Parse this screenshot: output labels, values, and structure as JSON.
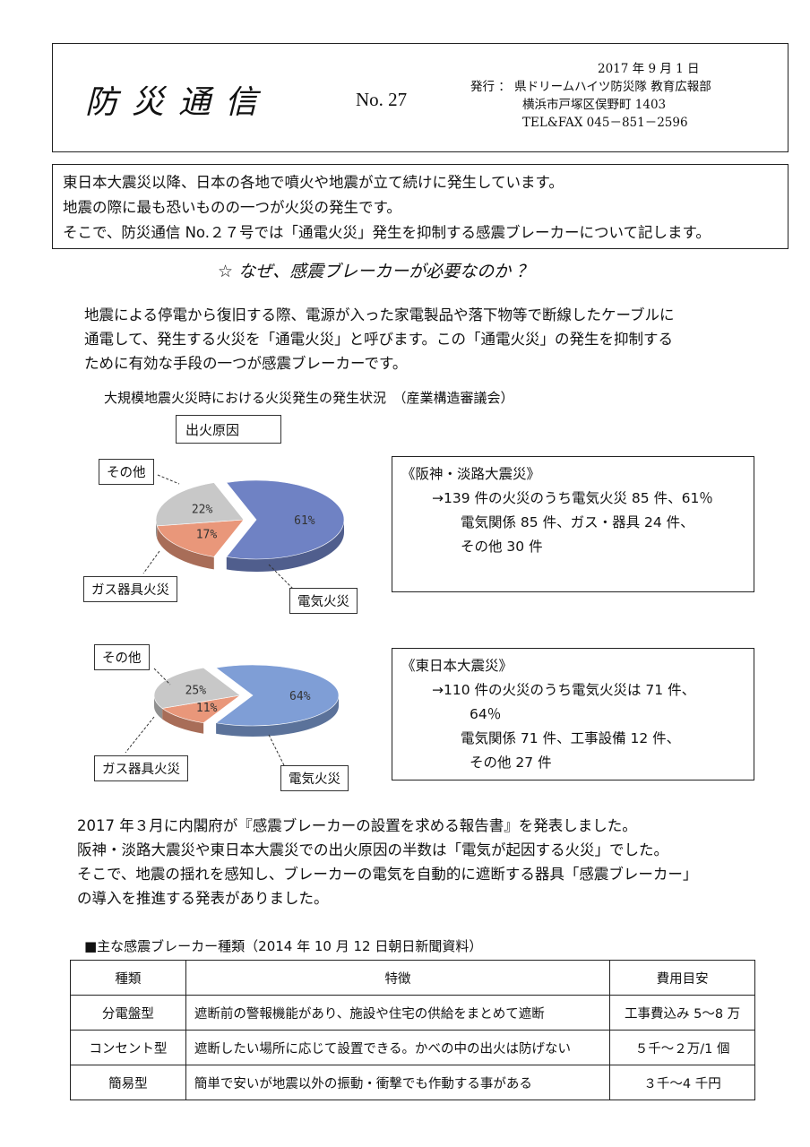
{
  "header": {
    "title": "防災通信",
    "number": "No. 27",
    "date": "2017 年 9 月 1 日",
    "publisher": "発行 ： 県ドリームハイツ防災隊 教育広報部",
    "address": "横浜市戸塚区俣野町 1403",
    "tel": "TEL&FAX 045－851－2596"
  },
  "intro": [
    "東日本大震災以降、日本の各地で噴火や地震が立て続けに発生しています。",
    "地震の際に最も恐いものの一つが火災の発生です。",
    "そこで、防災通信 No.２７号では「通電火災」発生を抑制する感震ブレーカーについて記します。"
  ],
  "why_heading": "☆ なぜ、感震ブレーカーが必要なのか ？",
  "why_paragraph": [
    "地震による停電から復旧する際、電源が入った家電製品や落下物等で断線したケーブルに",
    "通電して、発生する火災を「通電火災」と呼びます。この「通電火災」の発生を抑制する",
    "ために有効な手段の一つが感震ブレーカーです。"
  ],
  "chart_title": "大規模地震火災時における火災発生の発生状況　（産業構造審議会）",
  "cause_label": "出火原因",
  "chart_data": [
    {
      "type": "pie",
      "categories": [
        "電気火災",
        "ガス器具火災",
        "その他"
      ],
      "values": [
        61,
        17,
        22
      ],
      "value_labels": [
        "61%",
        "17%",
        "22%"
      ],
      "colors": [
        "#6f82c4",
        "#e9977a",
        "#c8c8c8"
      ]
    },
    {
      "type": "pie",
      "categories": [
        "電気火災",
        "ガス器具火災",
        "その他"
      ],
      "values": [
        64,
        11,
        25
      ],
      "value_labels": [
        "64%",
        "11%",
        "25%"
      ],
      "colors": [
        "#7f9ed6",
        "#e9977a",
        "#c8c8c8"
      ]
    }
  ],
  "pie_labels": {
    "other": "その他",
    "gas": "ガス器具火災",
    "electric": "電気火災"
  },
  "hanshin": {
    "title": "《阪神・淡路大震災》",
    "line1": "→139 件の火災のうち電気火災 85 件、61％",
    "line2": "電気関係 85 件、ガス・器具 24 件、",
    "line3": "その他 30 件"
  },
  "higashi": {
    "title": "《東日本大震災》",
    "line1": "→110 件の火災のうち電気火災は 71 件、",
    "line2": "64％",
    "line3": "電気関係 71 件、工事設備 12 件、",
    "line4": "その他 27 件"
  },
  "report_paragraph": [
    "2017 年３月に内閣府が『感震ブレーカーの設置を求める報告書』を発表しました。",
    "阪神・淡路大震災や東日本大震災での出火原因の半数は「電気が起因する火災」でした。",
    "そこで、地震の揺れを感知し、ブレーカーの電気を自動的に遮断する器具「感震ブレーカー」",
    "の導入を推進する発表がありました。"
  ],
  "table": {
    "title": "■主な感震ブレーカー種類（2014 年 10 月 12 日朝日新聞資料）",
    "headers": [
      "種類",
      "特徴",
      "費用目安"
    ],
    "rows": [
      [
        "分電盤型",
        "遮断前の警報機能があり、施設や住宅の供給をまとめて遮断",
        "工事費込み 5～8 万"
      ],
      [
        "コンセント型",
        "遮断したい場所に応じて設置できる。かべの中の出火は防げない",
        "５千～２万/1 個"
      ],
      [
        "簡易型",
        "簡単で安いが地震以外の振動・衝撃でも作動する事がある",
        "３千～4 千円"
      ]
    ]
  }
}
